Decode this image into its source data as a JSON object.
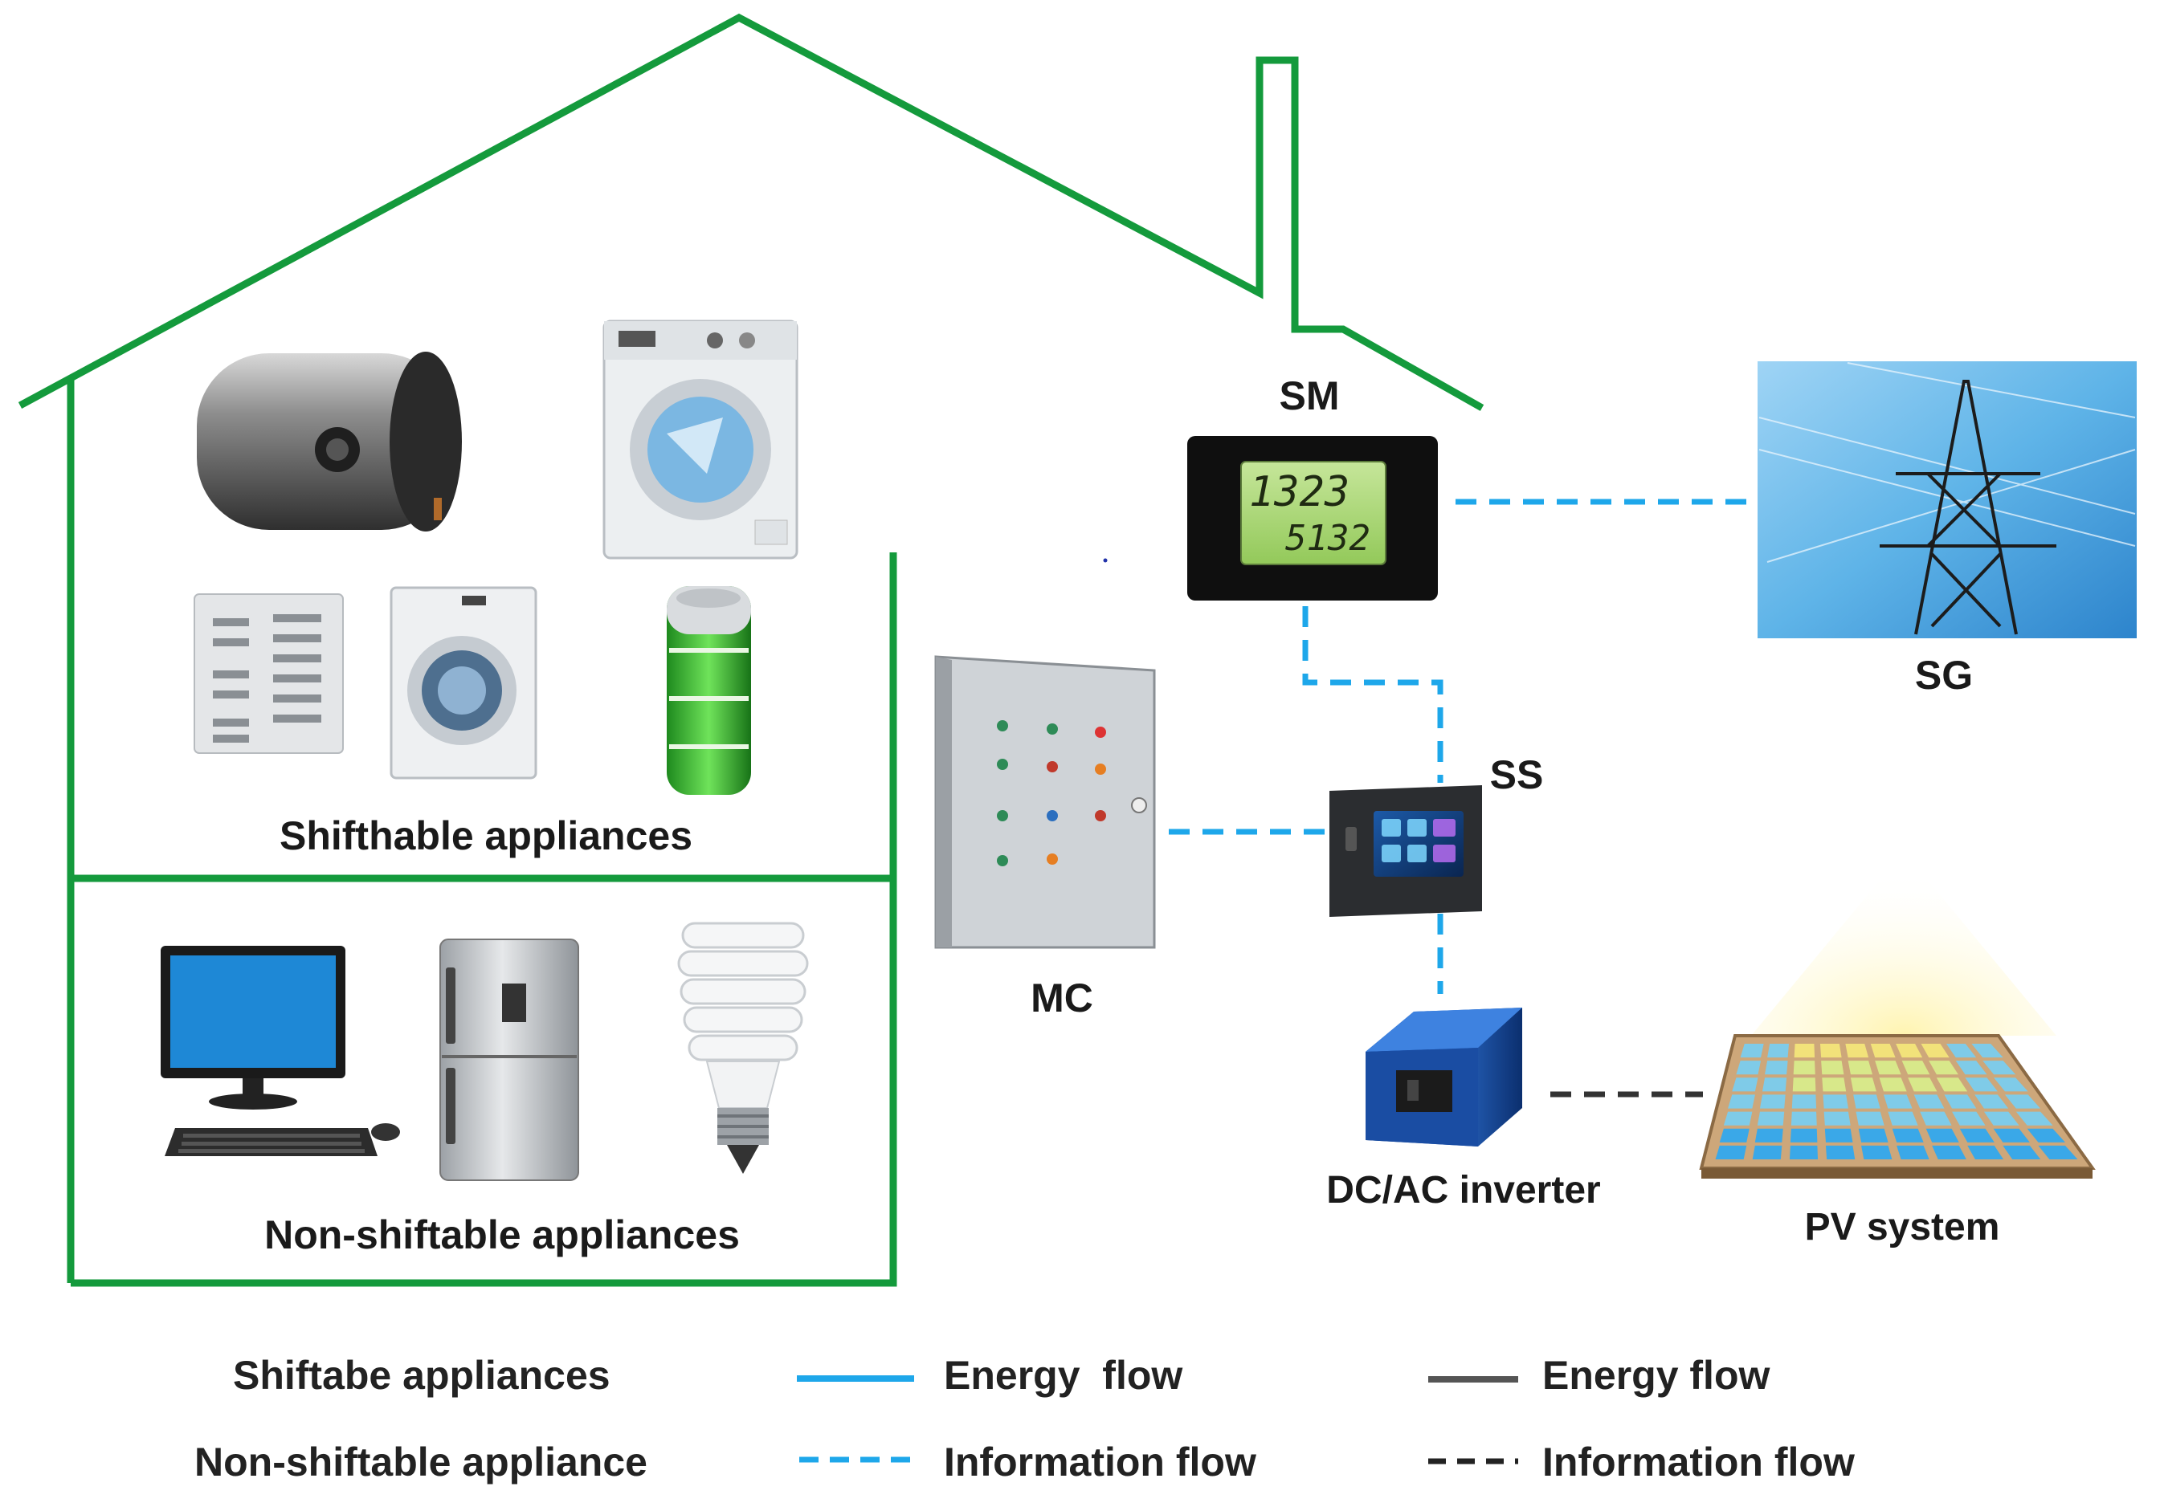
{
  "labels": {
    "shiftable": "Shifthable appliances",
    "non_shiftable": "Non-shiftable appliances",
    "sm": "SM",
    "sg": "SG",
    "ss": "SS",
    "mc": "MC",
    "inverter": "DC/AC inverter",
    "pv": "PV system"
  },
  "meter_display": {
    "line1": "1323",
    "line2": "5132"
  },
  "legend": {
    "col1": [
      "Shiftabe appliances",
      "Non-shiftable appliance"
    ],
    "col2": [
      "Energy  flow",
      "Information flow"
    ],
    "col3": [
      "Energy flow",
      "Information flow"
    ]
  },
  "colors": {
    "house_green": "#149a3c",
    "info_blue": "#1ea7ea",
    "energy_dark": "#444444",
    "sky_blue": "#5fb4e8"
  },
  "icons": {
    "shiftable": [
      "water-heater-icon",
      "washing-machine-icon",
      "radiator-icon",
      "front-loader-icon",
      "battery-icon"
    ],
    "non_shiftable": [
      "computer-icon",
      "refrigerator-icon",
      "light-bulb-icon"
    ]
  }
}
